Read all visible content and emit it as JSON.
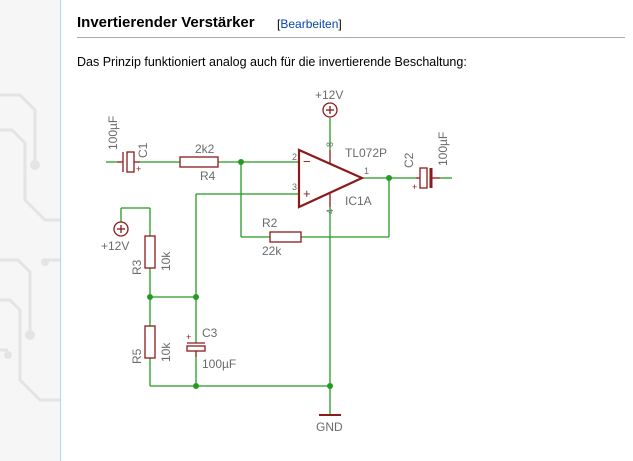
{
  "section": {
    "title": "Invertierender Verstärker",
    "edit_bracket_open": "[",
    "edit_link": "Bearbeiten",
    "edit_bracket_close": "]"
  },
  "intro_text": "Das Prinzip funktioniert analog auch für die invertierende Beschaltung:",
  "colors": {
    "wire": "#249b24",
    "component": "#8b1a1a",
    "label": "#6b6b6b",
    "link": "#0645ad"
  },
  "schematic": {
    "supply_top": "+12V",
    "supply_left": "+12V",
    "ground": "GND",
    "opamp_part": "TL072P",
    "opamp_name": "IC1A",
    "pin_inv": "2",
    "pin_noninv": "3",
    "pin_out": "1",
    "pin_vplus": "8",
    "pin_vminus": "4",
    "sign_minus": "−",
    "sign_plus": "+",
    "c1_name": "C1",
    "c1_value": "100µF",
    "c2_name": "C2",
    "c2_value": "100µF",
    "c3_name": "C3",
    "c3_value": "100µF",
    "r2_name": "R2",
    "r2_value": "22k",
    "r3_name": "R3",
    "r3_value": "10k",
    "r4_name": "R4",
    "r4_value": "2k2",
    "r5_name": "R5",
    "r5_value": "10k",
    "polarity_plus": "+"
  }
}
